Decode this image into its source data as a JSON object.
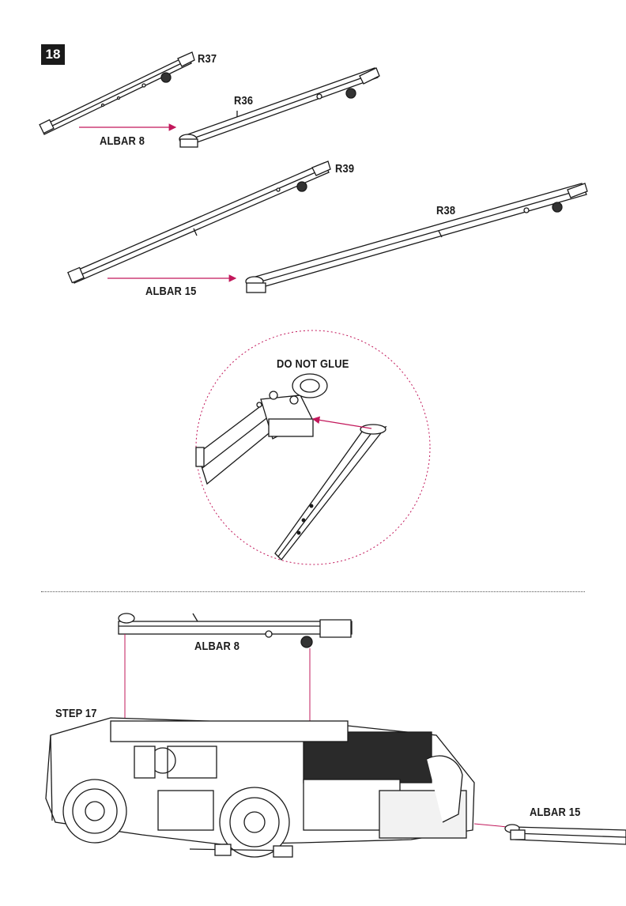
{
  "step": {
    "number": "18"
  },
  "parts": {
    "r37": "R37",
    "r36": "R36",
    "r39": "R39",
    "r38": "R38"
  },
  "assemblies": {
    "albar8_top": "ALBAR 8",
    "albar15_top": "ALBAR 15",
    "albar8_bottom": "ALBAR 8",
    "albar15_bottom": "ALBAR 15"
  },
  "detail": {
    "note": "DO NOT GLUE"
  },
  "previous_step": "STEP 17",
  "colors": {
    "accent": "#c2185b",
    "ink": "#1a1a1a"
  }
}
